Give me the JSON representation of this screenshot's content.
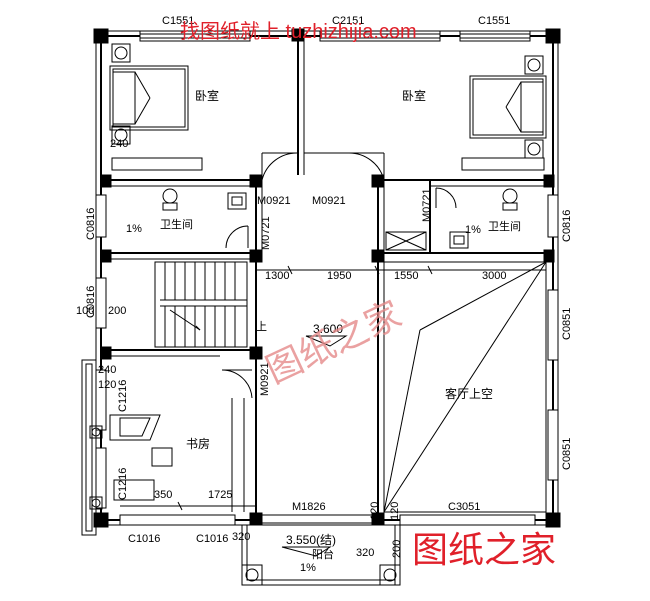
{
  "watermark_top": "找图纸就上 tuzhizhijia.com",
  "watermark_mid": "图纸之家",
  "watermark_br": "图纸之家",
  "colors": {
    "wall": "#000000",
    "watermark_red": "#e0202a",
    "watermark_pink": "#e58a8a"
  },
  "windows_top": [
    "C1551",
    "C2151",
    "C1551"
  ],
  "rooms": {
    "bedroom_left": "卧室",
    "bedroom_right": "卧室",
    "bath_left": "卫生间",
    "bath_right": "卫生间",
    "living_void": "客厅上空",
    "study": "书房",
    "balcony": "阳台"
  },
  "slope_left": "1%",
  "slope_right": "1%",
  "slope_balcony": "1%",
  "doors": {
    "m0921_a": "M0921",
    "m0921_b": "M0921",
    "m0721_left": "M0721",
    "m0721_right": "M0721",
    "m0921_study": "M0921",
    "m1826": "M1826"
  },
  "dims": {
    "d240_top": "240",
    "d1300": "1300",
    "d1950": "1950",
    "d1550": "1550",
    "d3000": "3000",
    "d200_left": "200",
    "d100": "100",
    "d240_left": "240",
    "d120_a": "120",
    "d350": "350",
    "d1725": "1725",
    "d120_b": "120",
    "d120_c": "120",
    "d200_bottom": "200",
    "d320_a": "320",
    "d320_b": "320"
  },
  "windows_side": {
    "c0816_left_top": "C0816",
    "c0816_left_mid": "C0816",
    "c1216_a": "C1216",
    "c1216_b": "C1216",
    "c0816_right": "C0816",
    "c0851_a": "C0851",
    "c0851_b": "C0851"
  },
  "windows_bottom": {
    "c1016_a": "C1016",
    "c1016_b": "C1016",
    "c3051": "C3051"
  },
  "stair_up": "上",
  "elev_main": "3.600",
  "elev_balcony": "3.550(结)"
}
